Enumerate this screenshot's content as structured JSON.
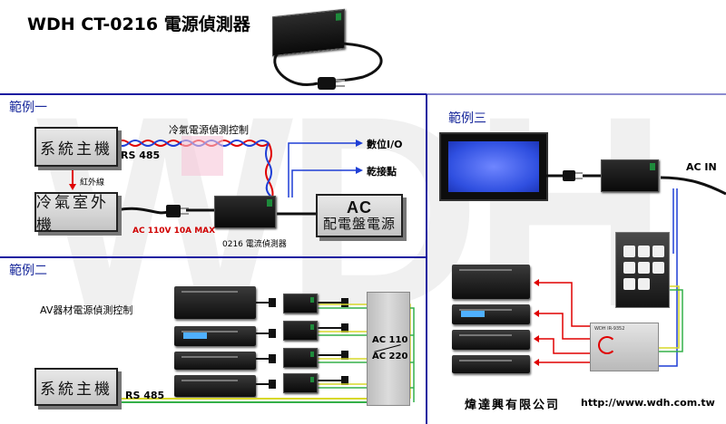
{
  "title": "WDH CT-0216 電源偵測器",
  "watermark": "WDH",
  "sections": {
    "one": "範例一",
    "two": "範例二",
    "three": "範例三"
  },
  "ex1": {
    "host_box": "系統主機",
    "ac_unit_box": "冷氣室外機",
    "panel_box_line1": "AC",
    "panel_box_line2": "配電盤電源",
    "control_label": "冷氣電源偵測控制",
    "rs485": "RS 485",
    "ir_label": "紅外線",
    "digital_io": "數位I/O",
    "dry_contact": "乾接點",
    "ac_rating": "AC 110V 10A MAX",
    "sensor_label": "0216 電流偵測器"
  },
  "ex2": {
    "control_label": "AV器材電源偵測控制",
    "host_box": "系統主機",
    "rs485": "RS 485",
    "ac_line1": "AC 110",
    "ac_line2": "AC 220"
  },
  "ex3": {
    "ac_in": "AC IN",
    "device_label": "WDH IR-9352"
  },
  "footer": {
    "company": "煒達興有限公司",
    "url": "http://www.wdh.com.tw"
  },
  "colors": {
    "section_line": "#1a1aa0",
    "signal_red": "#e00000",
    "signal_blue": "#1f3fd6",
    "wire_yellow": "#d8d82a",
    "wire_green": "#33b04a",
    "screen_blue": "#3355ee"
  }
}
